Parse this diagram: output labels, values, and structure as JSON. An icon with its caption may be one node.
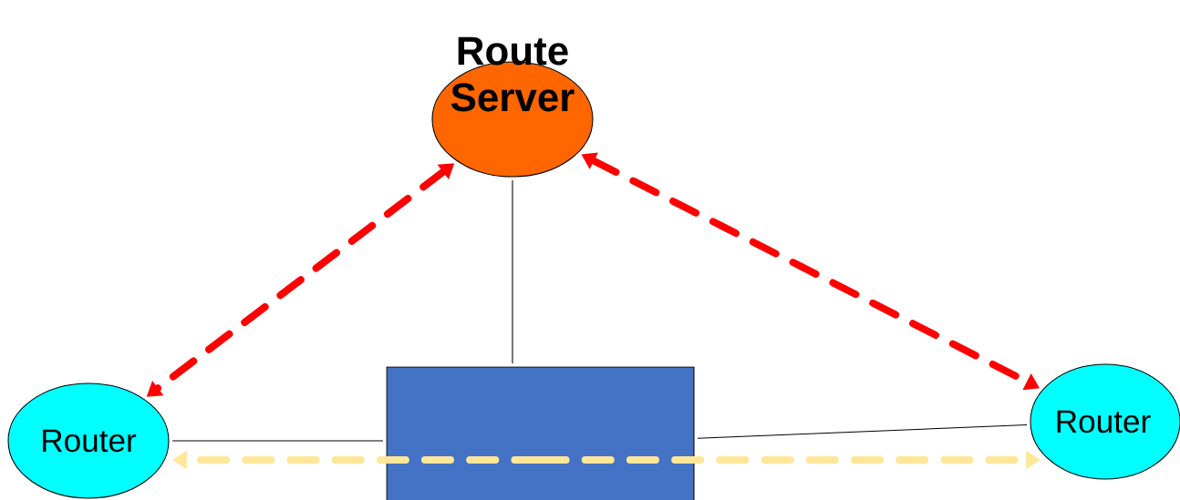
{
  "diagram": {
    "nodes": [
      {
        "text": [
          "Route Server"
        ]
      },
      {
        "text": [
          "Router"
        ]
      },
      {
        "text": [],
        "shape": "box"
      },
      {
        "text": [
          "Router"
        ]
      }
    ],
    "edges": [
      {
        "from": 0,
        "to": 1,
        "arrow": "both",
        "style": "dashed",
        "color": "#ff0000"
      },
      {
        "from": 0,
        "to": 3,
        "arrow": "both",
        "style": "dashed",
        "color": "#ff0000"
      },
      {
        "from": 0,
        "to": 2,
        "arrow": "none"
      },
      {
        "from": 1,
        "to": 2,
        "arrow": "none"
      },
      {
        "from": 2,
        "to": 3,
        "arrow": "none"
      },
      {
        "from": 2,
        "to": 1,
        "arrow": "to",
        "style": "dashed",
        "color": "#ffe699"
      },
      {
        "from": 2,
        "to": 3,
        "arrow": "to",
        "style": "dashed",
        "color": "#ffe699"
      }
    ]
  }
}
